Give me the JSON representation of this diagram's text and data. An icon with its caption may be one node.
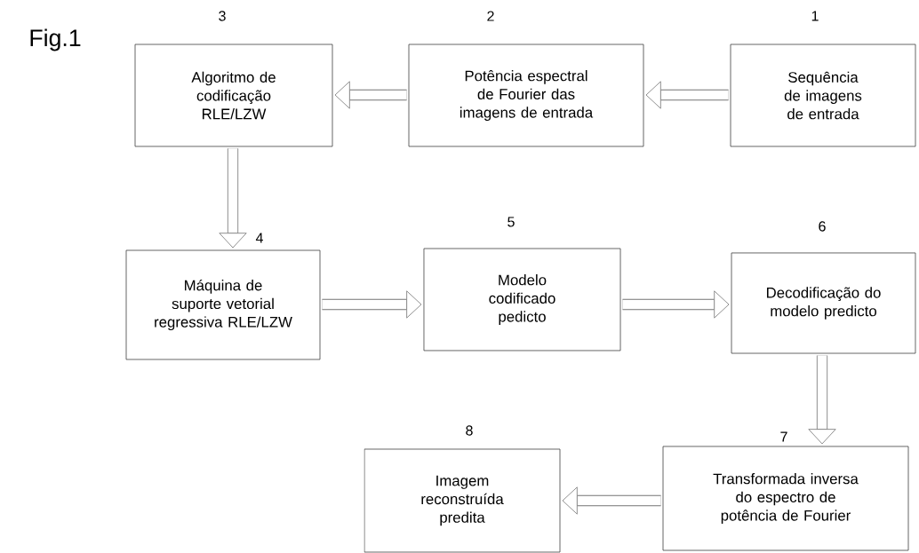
{
  "diagram": {
    "title": "Fig.1",
    "nodes": [
      {
        "text": [
          "Sequência de imagens de entrada"
        ],
        "beside": [
          "1"
        ]
      },
      {
        "text": [
          "Potência espectral de Fourier das imagens de entrada"
        ],
        "beside": [
          "2"
        ]
      },
      {
        "text": [
          "Algoritmo de codificação RLE/LZW"
        ],
        "beside": [
          "3"
        ]
      },
      {
        "text": [
          "Máquina de suporte vetorial regressiva RLE/LZW"
        ],
        "beside": [
          "4"
        ]
      },
      {
        "text": [
          "Modelo codificado pedicto"
        ],
        "beside": [
          "5"
        ]
      },
      {
        "text": [
          "Decodificação do modelo predicto"
        ],
        "beside": [
          "6"
        ]
      },
      {
        "text": [
          "Transformada inversa do espectro de potência de Fourier"
        ],
        "beside": [
          "7"
        ]
      },
      {
        "text": [
          "Imagem reconstruída predita"
        ],
        "beside": [
          "8"
        ]
      }
    ],
    "edges": [
      {
        "from": 0,
        "to": 1,
        "arrow": "to"
      },
      {
        "from": 1,
        "to": 2,
        "arrow": "to"
      },
      {
        "from": 2,
        "to": 3,
        "arrow": "to"
      },
      {
        "from": 3,
        "to": 4,
        "arrow": "to"
      },
      {
        "from": 4,
        "to": 5,
        "arrow": "to"
      },
      {
        "from": 5,
        "to": 6,
        "arrow": "to"
      },
      {
        "from": 6,
        "to": 7,
        "arrow": "to"
      }
    ]
  }
}
